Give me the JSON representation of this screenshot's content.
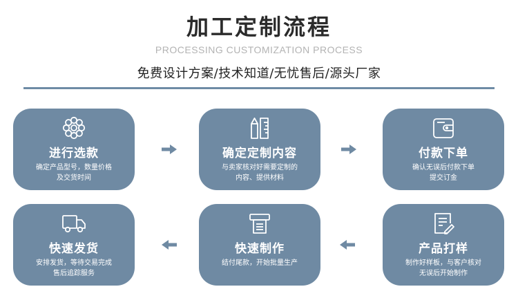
{
  "header": {
    "title": "加工定制流程",
    "subtitle_en": "PROCESSING CUSTOMIZATION PROCESS",
    "tagline": "免费设计方案/技术知道/无忧售后/源头厂家"
  },
  "colors": {
    "card": "#6f8aa3",
    "divider": "#6d8ba5",
    "arrow": "#6f8aa3"
  },
  "steps": [
    {
      "icon": "flower-icon",
      "title": "进行选款",
      "desc_line1": "确定产品型号，数量价格",
      "desc_line2": "及交货时间"
    },
    {
      "icon": "pencil-ruler-icon",
      "title": "确定定制内容",
      "desc_line1": "与卖家核对好需要定制的",
      "desc_line2": "内容、提供材料"
    },
    {
      "icon": "wallet-icon",
      "title": "付款下单",
      "desc_line1": "确认无误后付款下单",
      "desc_line2": "提交订金"
    },
    {
      "icon": "truck-icon",
      "title": "快速发货",
      "desc_line1": "安排发货，等待交易完成",
      "desc_line2": "售后追踪服务"
    },
    {
      "icon": "printer-icon",
      "title": "快速制作",
      "desc_line1": "结付尾款，开始批量生产",
      "desc_line2": ""
    },
    {
      "icon": "document-edit-icon",
      "title": "产品打样",
      "desc_line1": "制作好样板，与客户核对",
      "desc_line2": "无误后开始制作"
    }
  ]
}
